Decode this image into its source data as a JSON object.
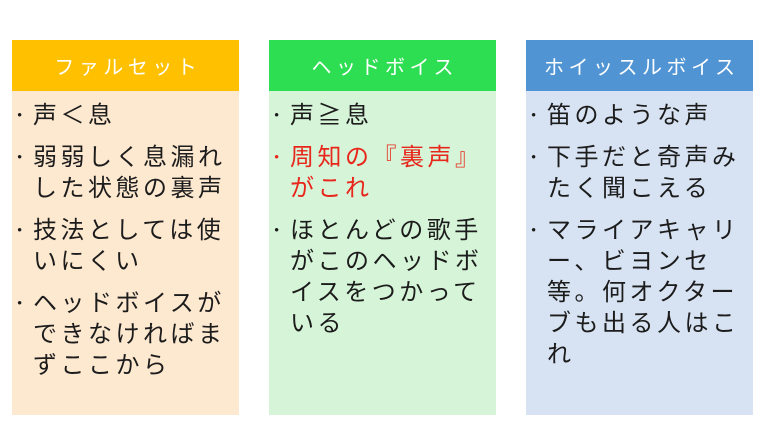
{
  "slide": {
    "background": "#ffffff",
    "text_color_default": "#1c1c1c",
    "highlight_color": "#e8261c"
  },
  "bullet_glyph": "•",
  "columns": [
    {
      "id": "falsetto",
      "header": {
        "label": "ファルセット",
        "bg": "#FFC000",
        "text_color": "#ffffff"
      },
      "body_bg": "#FDE8D0",
      "items": [
        {
          "text": "声＜息",
          "color": "#1c1c1c"
        },
        {
          "text": "弱弱しく息漏れした状態の裏声",
          "color": "#1c1c1c"
        },
        {
          "text": "技法としては使いにくい",
          "color": "#1c1c1c"
        },
        {
          "text": "ヘッドボイスができなければまずここから",
          "color": "#1c1c1c"
        }
      ]
    },
    {
      "id": "head-voice",
      "header": {
        "label": "ヘッドボイス",
        "bg": "#2EDE52",
        "text_color": "#ffffff"
      },
      "body_bg": "#D6F5D8",
      "items": [
        {
          "text": "声≧息",
          "color": "#1c1c1c"
        },
        {
          "text": "周知の『裏声』がこれ",
          "color": "#e8261c"
        },
        {
          "text": "ほとんどの歌手がこのヘッドボイスをつかっている",
          "color": "#1c1c1c"
        }
      ]
    },
    {
      "id": "whistle-voice",
      "header": {
        "label": "ホイッスルボイス",
        "bg": "#5094D3",
        "text_color": "#ffffff"
      },
      "body_bg": "#D7E3F2",
      "items": [
        {
          "text": "笛のような声",
          "color": "#1c1c1c"
        },
        {
          "text": "下手だと奇声みたく聞こえる",
          "color": "#1c1c1c"
        },
        {
          "text": "マライアキャリー、ビヨンセ等。何オクターブも出る人はこれ",
          "color": "#1c1c1c"
        }
      ]
    }
  ]
}
